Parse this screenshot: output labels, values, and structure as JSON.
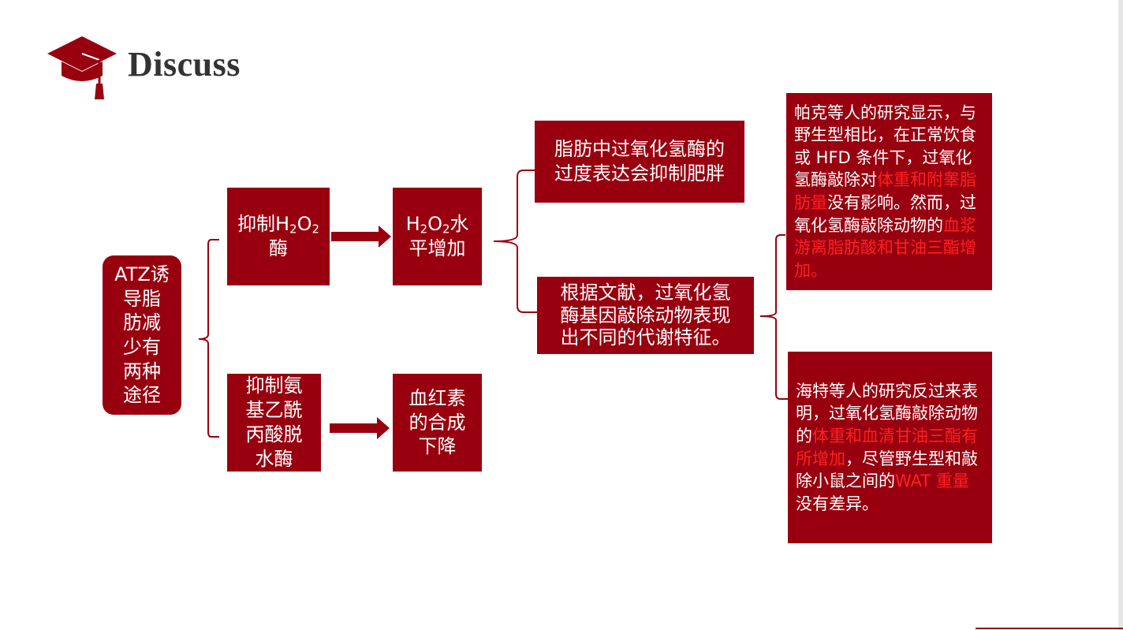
{
  "header": {
    "title": "Discuss"
  },
  "colors": {
    "brand": "#98000f",
    "highlight": "#ff2020",
    "title": "#333333"
  },
  "nodes": {
    "root": {
      "lines": [
        "ATZ诱",
        "导脂",
        "肪减",
        "少有",
        "两种",
        "途径"
      ]
    },
    "inhibit_h2o2": {
      "prefix": "抑制H",
      "sub1": "2",
      "mid": "O",
      "sub2": "2",
      "line2": "酶"
    },
    "inhibit_ala": {
      "lines": [
        "抑制氨",
        "基乙酰",
        "丙酸脱",
        "水酶"
      ]
    },
    "h2o2_increase": {
      "prefix": "H",
      "sub1": "2",
      "mid": "O",
      "sub2": "2",
      "suffix": "水",
      "line2": "平增加"
    },
    "heme_decrease": {
      "lines": [
        "血红素",
        "的合成",
        "下降"
      ]
    },
    "overexpress": {
      "lines": [
        "脂肪中过氧化氢酶的",
        "过度表达会抑制肥胖"
      ]
    },
    "knockout": {
      "lines": [
        "根据文献，过氧化氢",
        "酶基因敲除动物表现",
        "出不同的代谢特征。"
      ]
    },
    "park": {
      "segments": [
        {
          "text": "帕克等人的研究显示，与野生型相比，在正常饮食或 HFD 条件下，过氧化氢酶敲除对",
          "hl": false
        },
        {
          "text": "体重和附睾脂肪量",
          "hl": true
        },
        {
          "text": "没有影响。然而，过氧化氢酶敲除动物的",
          "hl": false
        },
        {
          "text": "血浆游离脂肪酸和甘油三酯增加。",
          "hl": true
        }
      ]
    },
    "heit": {
      "segments": [
        {
          "text": "海特等人的研究反过来表明，过氧化氢酶敲除动物的",
          "hl": false
        },
        {
          "text": "体重和血清甘油三酯有所增加",
          "hl": true
        },
        {
          "text": "，尽管野生型和敲除小鼠之间的",
          "hl": false
        },
        {
          "text": "WAT 重量",
          "hl": true
        },
        {
          "text": "没有差异。",
          "hl": false
        }
      ]
    }
  }
}
